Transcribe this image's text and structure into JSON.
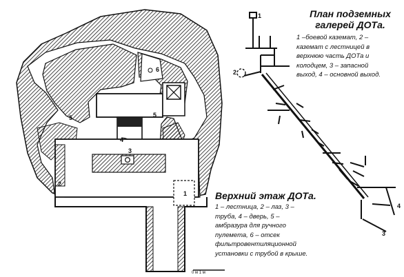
{
  "figure_language": "ru",
  "gallery_plan": {
    "title_line1": "План подземных",
    "title_line2": "галерей ДОТа.",
    "legend_lines": [
      "1 –боевой каземат, 2 –",
      "каземат с лестницей в",
      "верхнюю часть ДОТа и",
      "колодцем, 3 – запасной",
      "выход, 4 – основной выход."
    ],
    "labels": {
      "n1": "1",
      "n2": "2",
      "n3": "3",
      "n4": "4"
    }
  },
  "upper_floor": {
    "title": "Верхний этаж ДОТа.",
    "legend_lines": [
      "1 – лестница, 2 – лаз, 3 –",
      "труба, 4 – дверь, 5 –",
      "амбразура для ручного",
      "пулемета, 6 – отсек",
      "фильтровентиляционной",
      "установки с трубой в крыше."
    ],
    "labels": {
      "n1": "1",
      "n2": "2",
      "n3": "3",
      "n4": "4",
      "n5a": "5",
      "n5b": "5",
      "n6": "6"
    },
    "scale_text": "0 м       1 м"
  },
  "colors": {
    "ink": "#111111",
    "hatch": "#1a1a1a",
    "paper": "#ffffff"
  }
}
